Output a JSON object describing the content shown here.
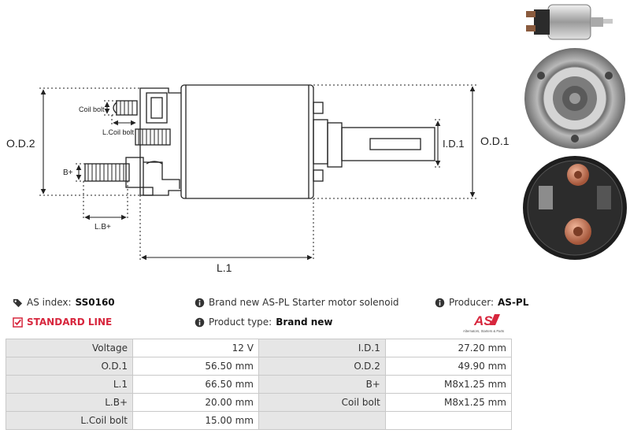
{
  "drawing": {
    "od2": "O.D.2",
    "od1": "O.D.1",
    "id1": "I.D.1",
    "l1": "L.1",
    "lb": "L.B+",
    "bplus": "B+",
    "coil_bolt": "Coil bolt",
    "l_coil_bolt": "L.Coil bolt"
  },
  "info": {
    "as_index_label": "AS index:",
    "as_index_value": "SS0160",
    "standard_line": "STANDARD LINE",
    "description": "Brand new AS-PL Starter motor solenoid",
    "product_type_label": "Product type:",
    "product_type_value": "Brand new",
    "producer_label": "Producer:",
    "producer_value": "AS-PL",
    "logo_text": "AS",
    "logo_tagline": "Alternators, Starters & Parts"
  },
  "specs": [
    {
      "l1": "Voltage",
      "v1": "12 V",
      "l2": "I.D.1",
      "v2": "27.20 mm"
    },
    {
      "l1": "O.D.1",
      "v1": "56.50 mm",
      "l2": "O.D.2",
      "v2": "49.90 mm"
    },
    {
      "l1": "L.1",
      "v1": "66.50 mm",
      "l2": "B+",
      "v2": "M8x1.25 mm"
    },
    {
      "l1": "L.B+",
      "v1": "20.00 mm",
      "l2": "Coil bolt",
      "v2": "M8x1.25 mm"
    },
    {
      "l1": "L.Coil bolt",
      "v1": "15.00 mm",
      "l2": "",
      "v2": ""
    }
  ],
  "colors": {
    "accent": "#d7263d",
    "label_bg": "#e6e6e6",
    "line": "#222222"
  }
}
